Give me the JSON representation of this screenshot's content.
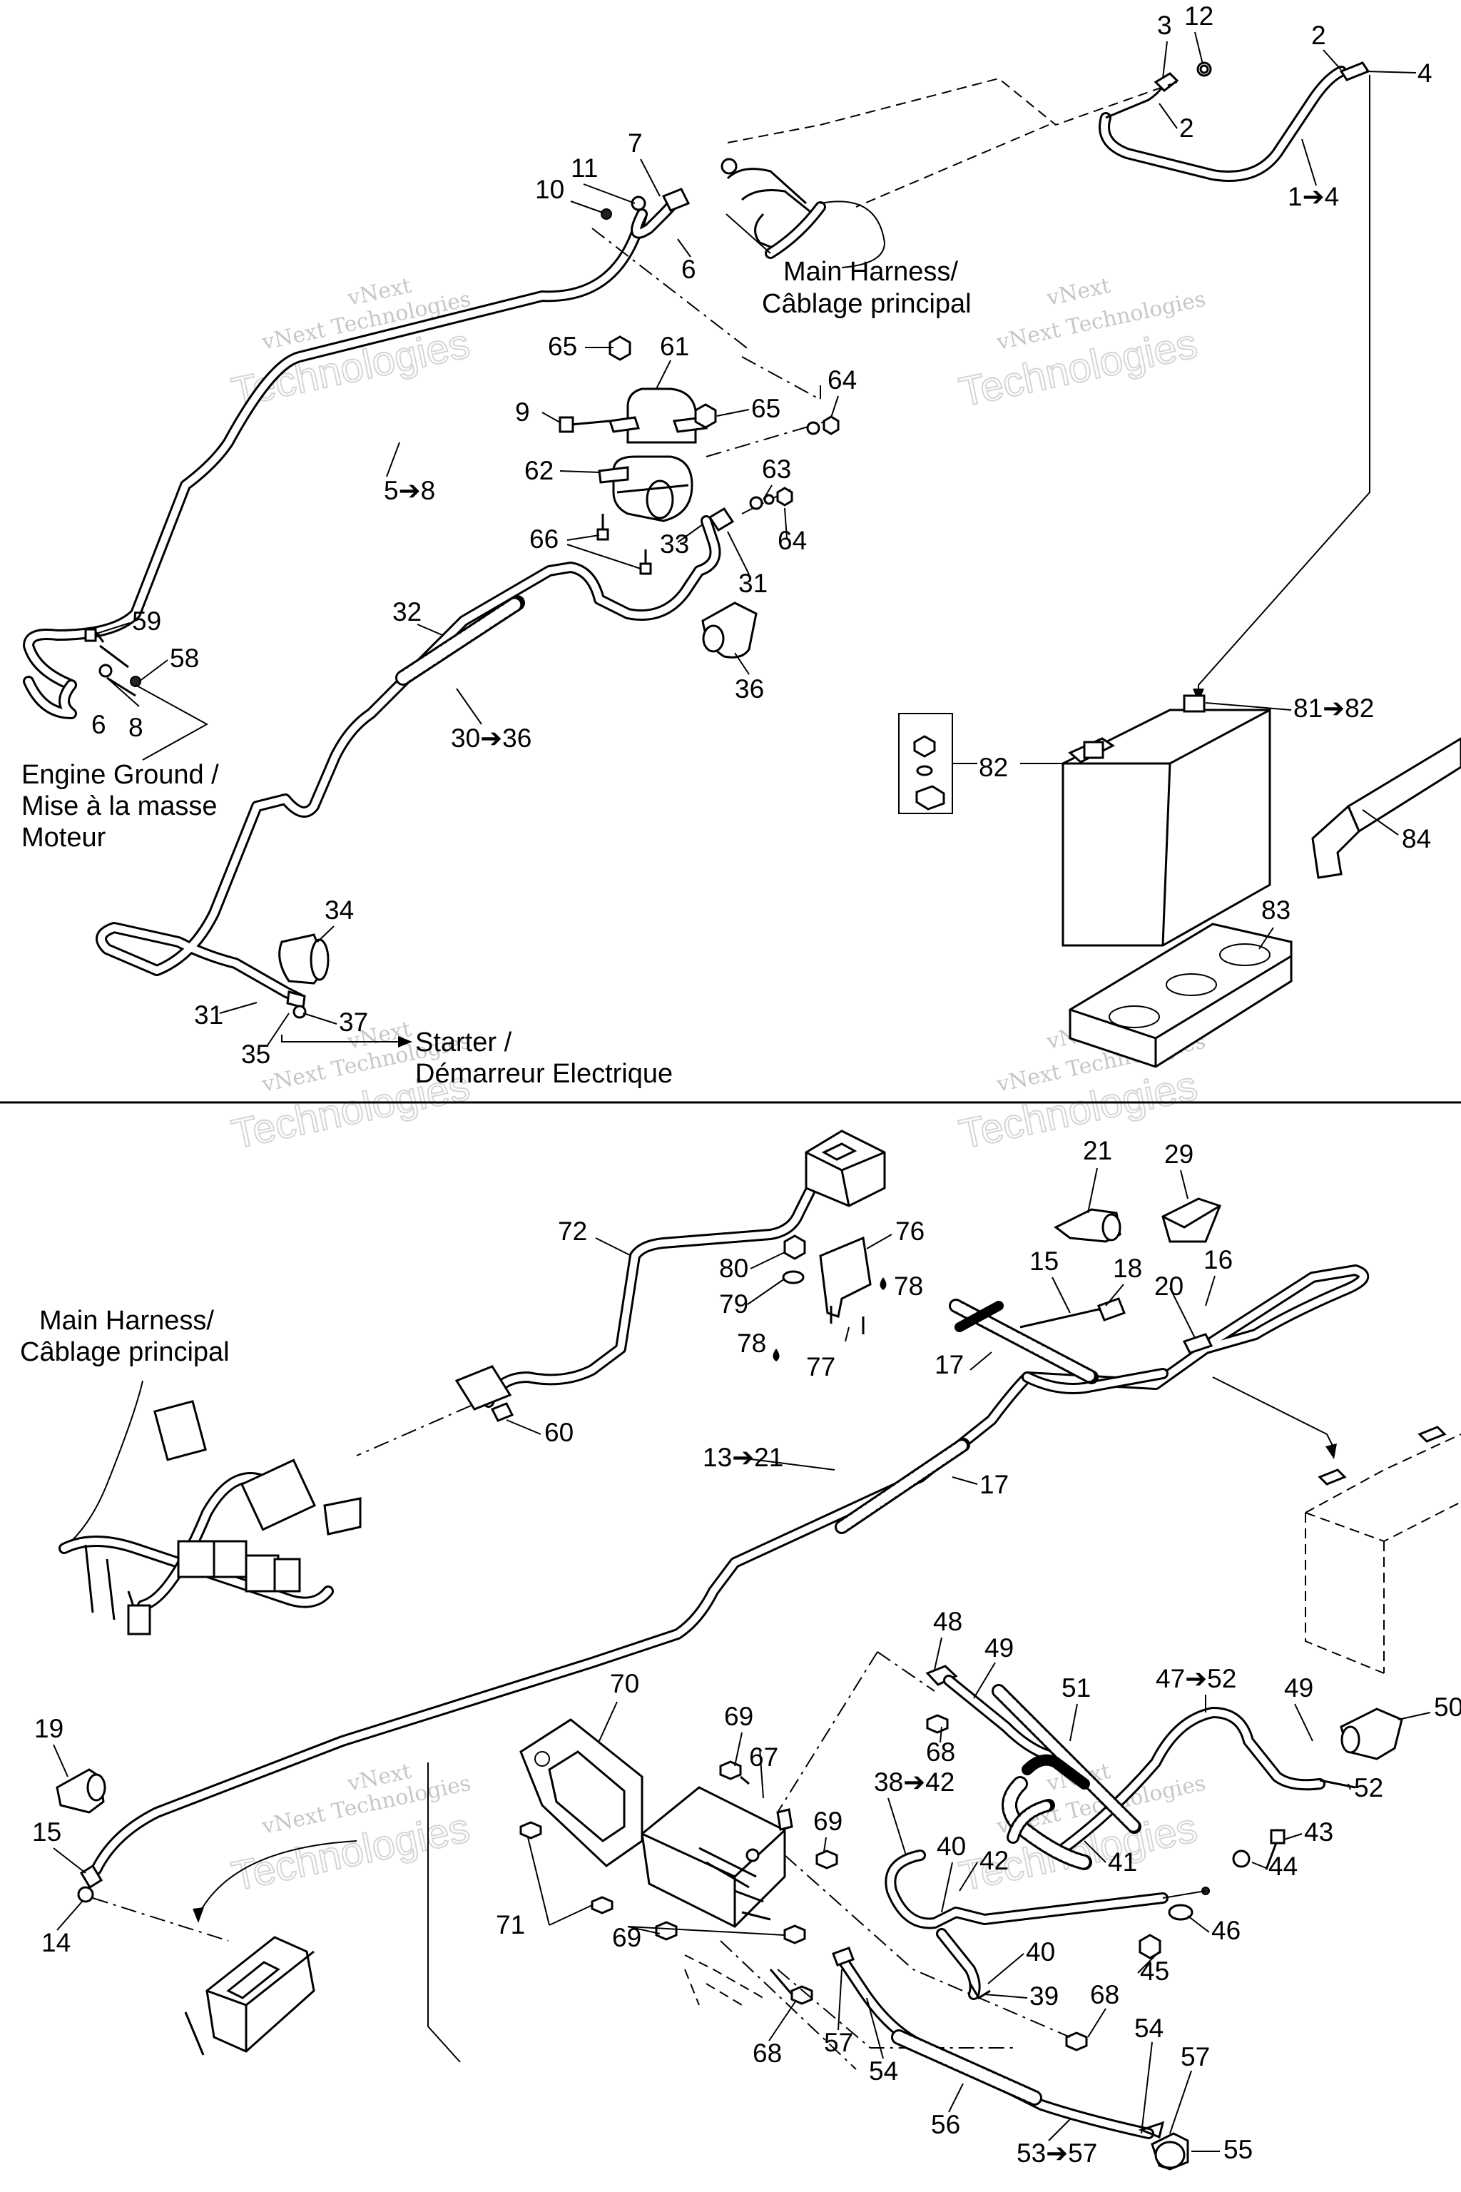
{
  "callouts": [
    {
      "id": "c-3",
      "text": "3"
    },
    {
      "id": "c-12",
      "text": "12"
    },
    {
      "id": "c-2a",
      "text": "2"
    },
    {
      "id": "c-4",
      "text": "4"
    },
    {
      "id": "c-2b",
      "text": "2"
    },
    {
      "id": "c-1-4",
      "text": "1➔4"
    },
    {
      "id": "c-7",
      "text": "7"
    },
    {
      "id": "c-11",
      "text": "11"
    },
    {
      "id": "c-10",
      "text": "10"
    },
    {
      "id": "c-6a",
      "text": "6"
    },
    {
      "id": "c-65a",
      "text": "65"
    },
    {
      "id": "c-61",
      "text": "61"
    },
    {
      "id": "c-9",
      "text": "9"
    },
    {
      "id": "c-65b",
      "text": "65"
    },
    {
      "id": "c-64a",
      "text": "64"
    },
    {
      "id": "c-62",
      "text": "62"
    },
    {
      "id": "c-63",
      "text": "63"
    },
    {
      "id": "c-5-8",
      "text": "5➔8"
    },
    {
      "id": "c-66",
      "text": "66"
    },
    {
      "id": "c-33",
      "text": "33"
    },
    {
      "id": "c-64b",
      "text": "64"
    },
    {
      "id": "c-31a",
      "text": "31"
    },
    {
      "id": "c-32",
      "text": "32"
    },
    {
      "id": "c-59",
      "text": "59"
    },
    {
      "id": "c-58",
      "text": "58"
    },
    {
      "id": "c-6b",
      "text": "6"
    },
    {
      "id": "c-8",
      "text": "8"
    },
    {
      "id": "c-36",
      "text": "36"
    },
    {
      "id": "c-30-36",
      "text": "30➔36"
    },
    {
      "id": "c-81-82",
      "text": "81➔82"
    },
    {
      "id": "c-82",
      "text": "82"
    },
    {
      "id": "c-84",
      "text": "84"
    },
    {
      "id": "c-34",
      "text": "34"
    },
    {
      "id": "c-83",
      "text": "83"
    },
    {
      "id": "c-31b",
      "text": "31"
    },
    {
      "id": "c-37",
      "text": "37"
    },
    {
      "id": "c-35",
      "text": "35"
    },
    {
      "id": "c-21a",
      "text": "21"
    },
    {
      "id": "c-29",
      "text": "29"
    },
    {
      "id": "c-72",
      "text": "72"
    },
    {
      "id": "c-76",
      "text": "76"
    },
    {
      "id": "c-80",
      "text": "80"
    },
    {
      "id": "c-78a",
      "text": "78"
    },
    {
      "id": "c-15a",
      "text": "15"
    },
    {
      "id": "c-18",
      "text": "18"
    },
    {
      "id": "c-16",
      "text": "16"
    },
    {
      "id": "c-79",
      "text": "79"
    },
    {
      "id": "c-20",
      "text": "20"
    },
    {
      "id": "c-78b",
      "text": "78"
    },
    {
      "id": "c-77",
      "text": "77"
    },
    {
      "id": "c-17a",
      "text": "17"
    },
    {
      "id": "c-60",
      "text": "60"
    },
    {
      "id": "c-13-21",
      "text": "13➔21"
    },
    {
      "id": "c-17b",
      "text": "17"
    },
    {
      "id": "c-48",
      "text": "48"
    },
    {
      "id": "c-49a",
      "text": "49"
    },
    {
      "id": "c-47-52",
      "text": "47➔52"
    },
    {
      "id": "c-70",
      "text": "70"
    },
    {
      "id": "c-51",
      "text": "51"
    },
    {
      "id": "c-49b",
      "text": "49"
    },
    {
      "id": "c-50",
      "text": "50"
    },
    {
      "id": "c-19",
      "text": "19"
    },
    {
      "id": "c-69a",
      "text": "69"
    },
    {
      "id": "c-68a",
      "text": "68"
    },
    {
      "id": "c-67",
      "text": "67"
    },
    {
      "id": "c-38-42",
      "text": "38➔42"
    },
    {
      "id": "c-52",
      "text": "52"
    },
    {
      "id": "c-15b",
      "text": "15"
    },
    {
      "id": "c-69b",
      "text": "69"
    },
    {
      "id": "c-43",
      "text": "43"
    },
    {
      "id": "c-40a",
      "text": "40"
    },
    {
      "id": "c-42",
      "text": "42"
    },
    {
      "id": "c-41",
      "text": "41"
    },
    {
      "id": "c-44",
      "text": "44"
    },
    {
      "id": "c-14",
      "text": "14"
    },
    {
      "id": "c-71",
      "text": "71"
    },
    {
      "id": "c-69c",
      "text": "69"
    },
    {
      "id": "c-46",
      "text": "46"
    },
    {
      "id": "c-40b",
      "text": "40"
    },
    {
      "id": "c-45",
      "text": "45"
    },
    {
      "id": "c-39",
      "text": "39"
    },
    {
      "id": "c-68b",
      "text": "68"
    },
    {
      "id": "c-54a",
      "text": "54"
    },
    {
      "id": "c-57a",
      "text": "57"
    },
    {
      "id": "c-68c",
      "text": "68"
    },
    {
      "id": "c-57b",
      "text": "57"
    },
    {
      "id": "c-54b",
      "text": "54"
    },
    {
      "id": "c-56",
      "text": "56"
    },
    {
      "id": "c-53-57",
      "text": "53➔57"
    },
    {
      "id": "c-55",
      "text": "55"
    }
  ],
  "notes": {
    "main_harness_top": [
      "Main Harness/",
      "Câblage principal"
    ],
    "engine_ground": [
      "Engine Ground /",
      "Mise à la masse",
      "Moteur"
    ],
    "starter": [
      "Starter /",
      "Démarreur Electrique"
    ],
    "main_harness_bottom": [
      "Main Harness/",
      "Câblage principal"
    ]
  },
  "watermark": {
    "line1": "vNext",
    "line2": "vNext Technologies",
    "line3": "Technologies"
  }
}
